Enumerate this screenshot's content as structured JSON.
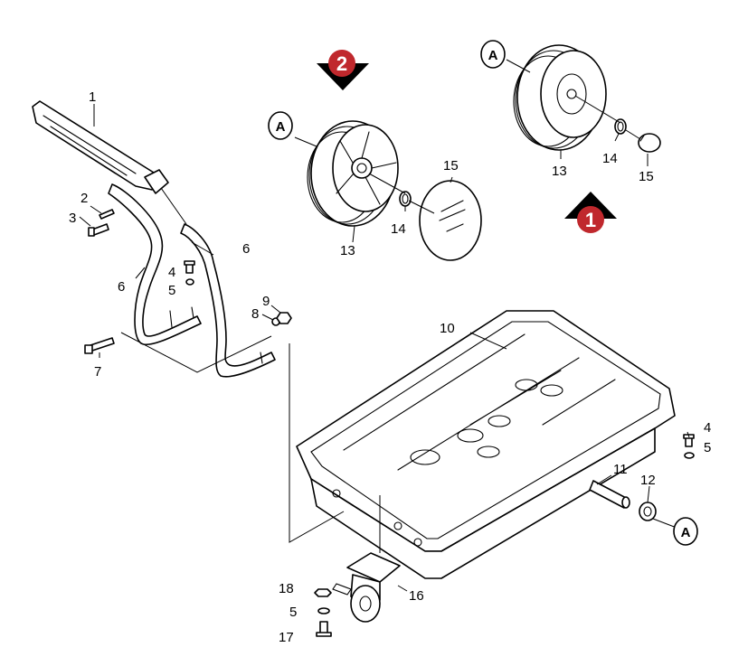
{
  "callouts": {
    "c1": "1",
    "c2": "2",
    "c3": "3",
    "c4a": "4",
    "c5a": "5",
    "c6a": "6",
    "c6b": "6",
    "c7": "7",
    "c8": "8",
    "c9": "9",
    "c10": "10",
    "c11": "11",
    "c12": "12",
    "c13a": "13",
    "c13b": "13",
    "c14a": "14",
    "c14b": "14",
    "c15a": "15",
    "c15b": "15",
    "c16": "16",
    "c17": "17",
    "c18": "18",
    "c4b": "4",
    "c5b": "5",
    "c5c": "5"
  },
  "refs": {
    "a1": "A",
    "a2": "A",
    "a3": "A"
  },
  "badges": {
    "variant1": "1",
    "variant2": "2"
  },
  "colors": {
    "badge": "#c0282d",
    "ink": "#000000"
  }
}
